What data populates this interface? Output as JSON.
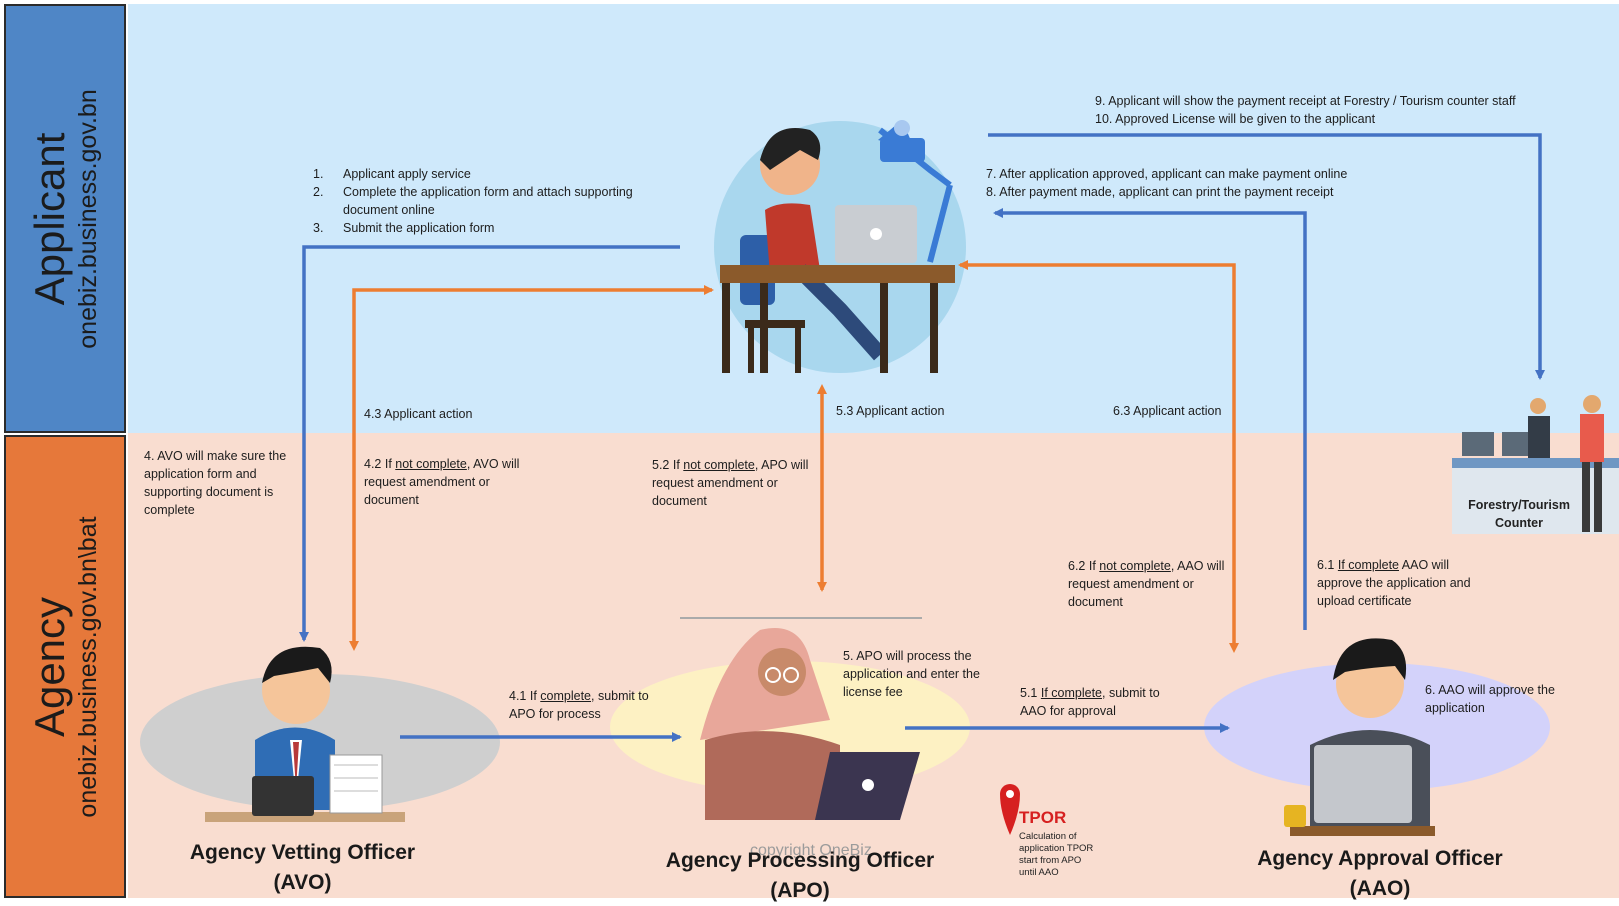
{
  "lanes": {
    "applicant": {
      "title": "Applicant",
      "url": "onebiz.business.gov.bn"
    },
    "agency": {
      "title": "Agency",
      "url": "onebiz.business.gov.bn\\bat"
    }
  },
  "applicant_steps": [
    {
      "num": "1.",
      "text": "Applicant apply service"
    },
    {
      "num": "2.",
      "text": "Complete the application form and  attach supporting document online"
    },
    {
      "num": "3.",
      "text": "Submit the application form"
    }
  ],
  "payment_steps": {
    "s7": "7. After application approved, applicant can make payment online",
    "s8": "8. After payment made, applicant can print the payment receipt",
    "s9": "9.   Applicant will show the payment receipt  at Forestry / Tourism counter staff",
    "s10": "10. Approved  License will be given to the applicant"
  },
  "labels": {
    "a43": "4.3 Applicant action",
    "a53": "5.3 Applicant action",
    "a63": "6.3 Applicant action",
    "s4": "4. AVO will make sure the application form and supporting document is complete",
    "s42_pre": "4.2 If ",
    "s42_u": "not complete",
    "s42_post": ", AVO will request amendment or document",
    "s52_pre": "5.2 If ",
    "s52_u": "not complete",
    "s52_post": ", APO will request amendment or document",
    "s62_pre": "6.2 If ",
    "s62_u": "not complete",
    "s62_post": ", AAO will request amendment or document",
    "s61_pre": "6.1 ",
    "s61_u": "If complete",
    "s61_post": " AAO will approve the application and upload certificate",
    "s41_pre": "4.1 If ",
    "s41_u": "complete",
    "s41_post": ", submit to APO for process",
    "s51_pre": "5.1 ",
    "s51_u": "If complete",
    "s51_post": ", submit to AAO for approval",
    "s5": "5. APO will process the application and enter the license fee",
    "s6": "6. AAO will approve the application"
  },
  "roles": {
    "avo": {
      "name": "Agency Vetting Officer",
      "abbr": "(AVO)"
    },
    "apo": {
      "name": "Agency Processing Officer",
      "abbr": "(APO)"
    },
    "aao": {
      "name": "Agency Approval Officer",
      "abbr": "(AAO)"
    }
  },
  "counter": {
    "label": "Forestry/Tourism Counter"
  },
  "tpor": {
    "title": "TPOR",
    "note": "Calculation of application TPOR start from APO until AAO"
  },
  "copyright": "copyright OneBiz",
  "colors": {
    "blue_arrow": "#4472c4",
    "orange_arrow": "#ed7d31",
    "applicant_bg": "#cfe9fb",
    "agency_bg": "#f9ddd0"
  }
}
